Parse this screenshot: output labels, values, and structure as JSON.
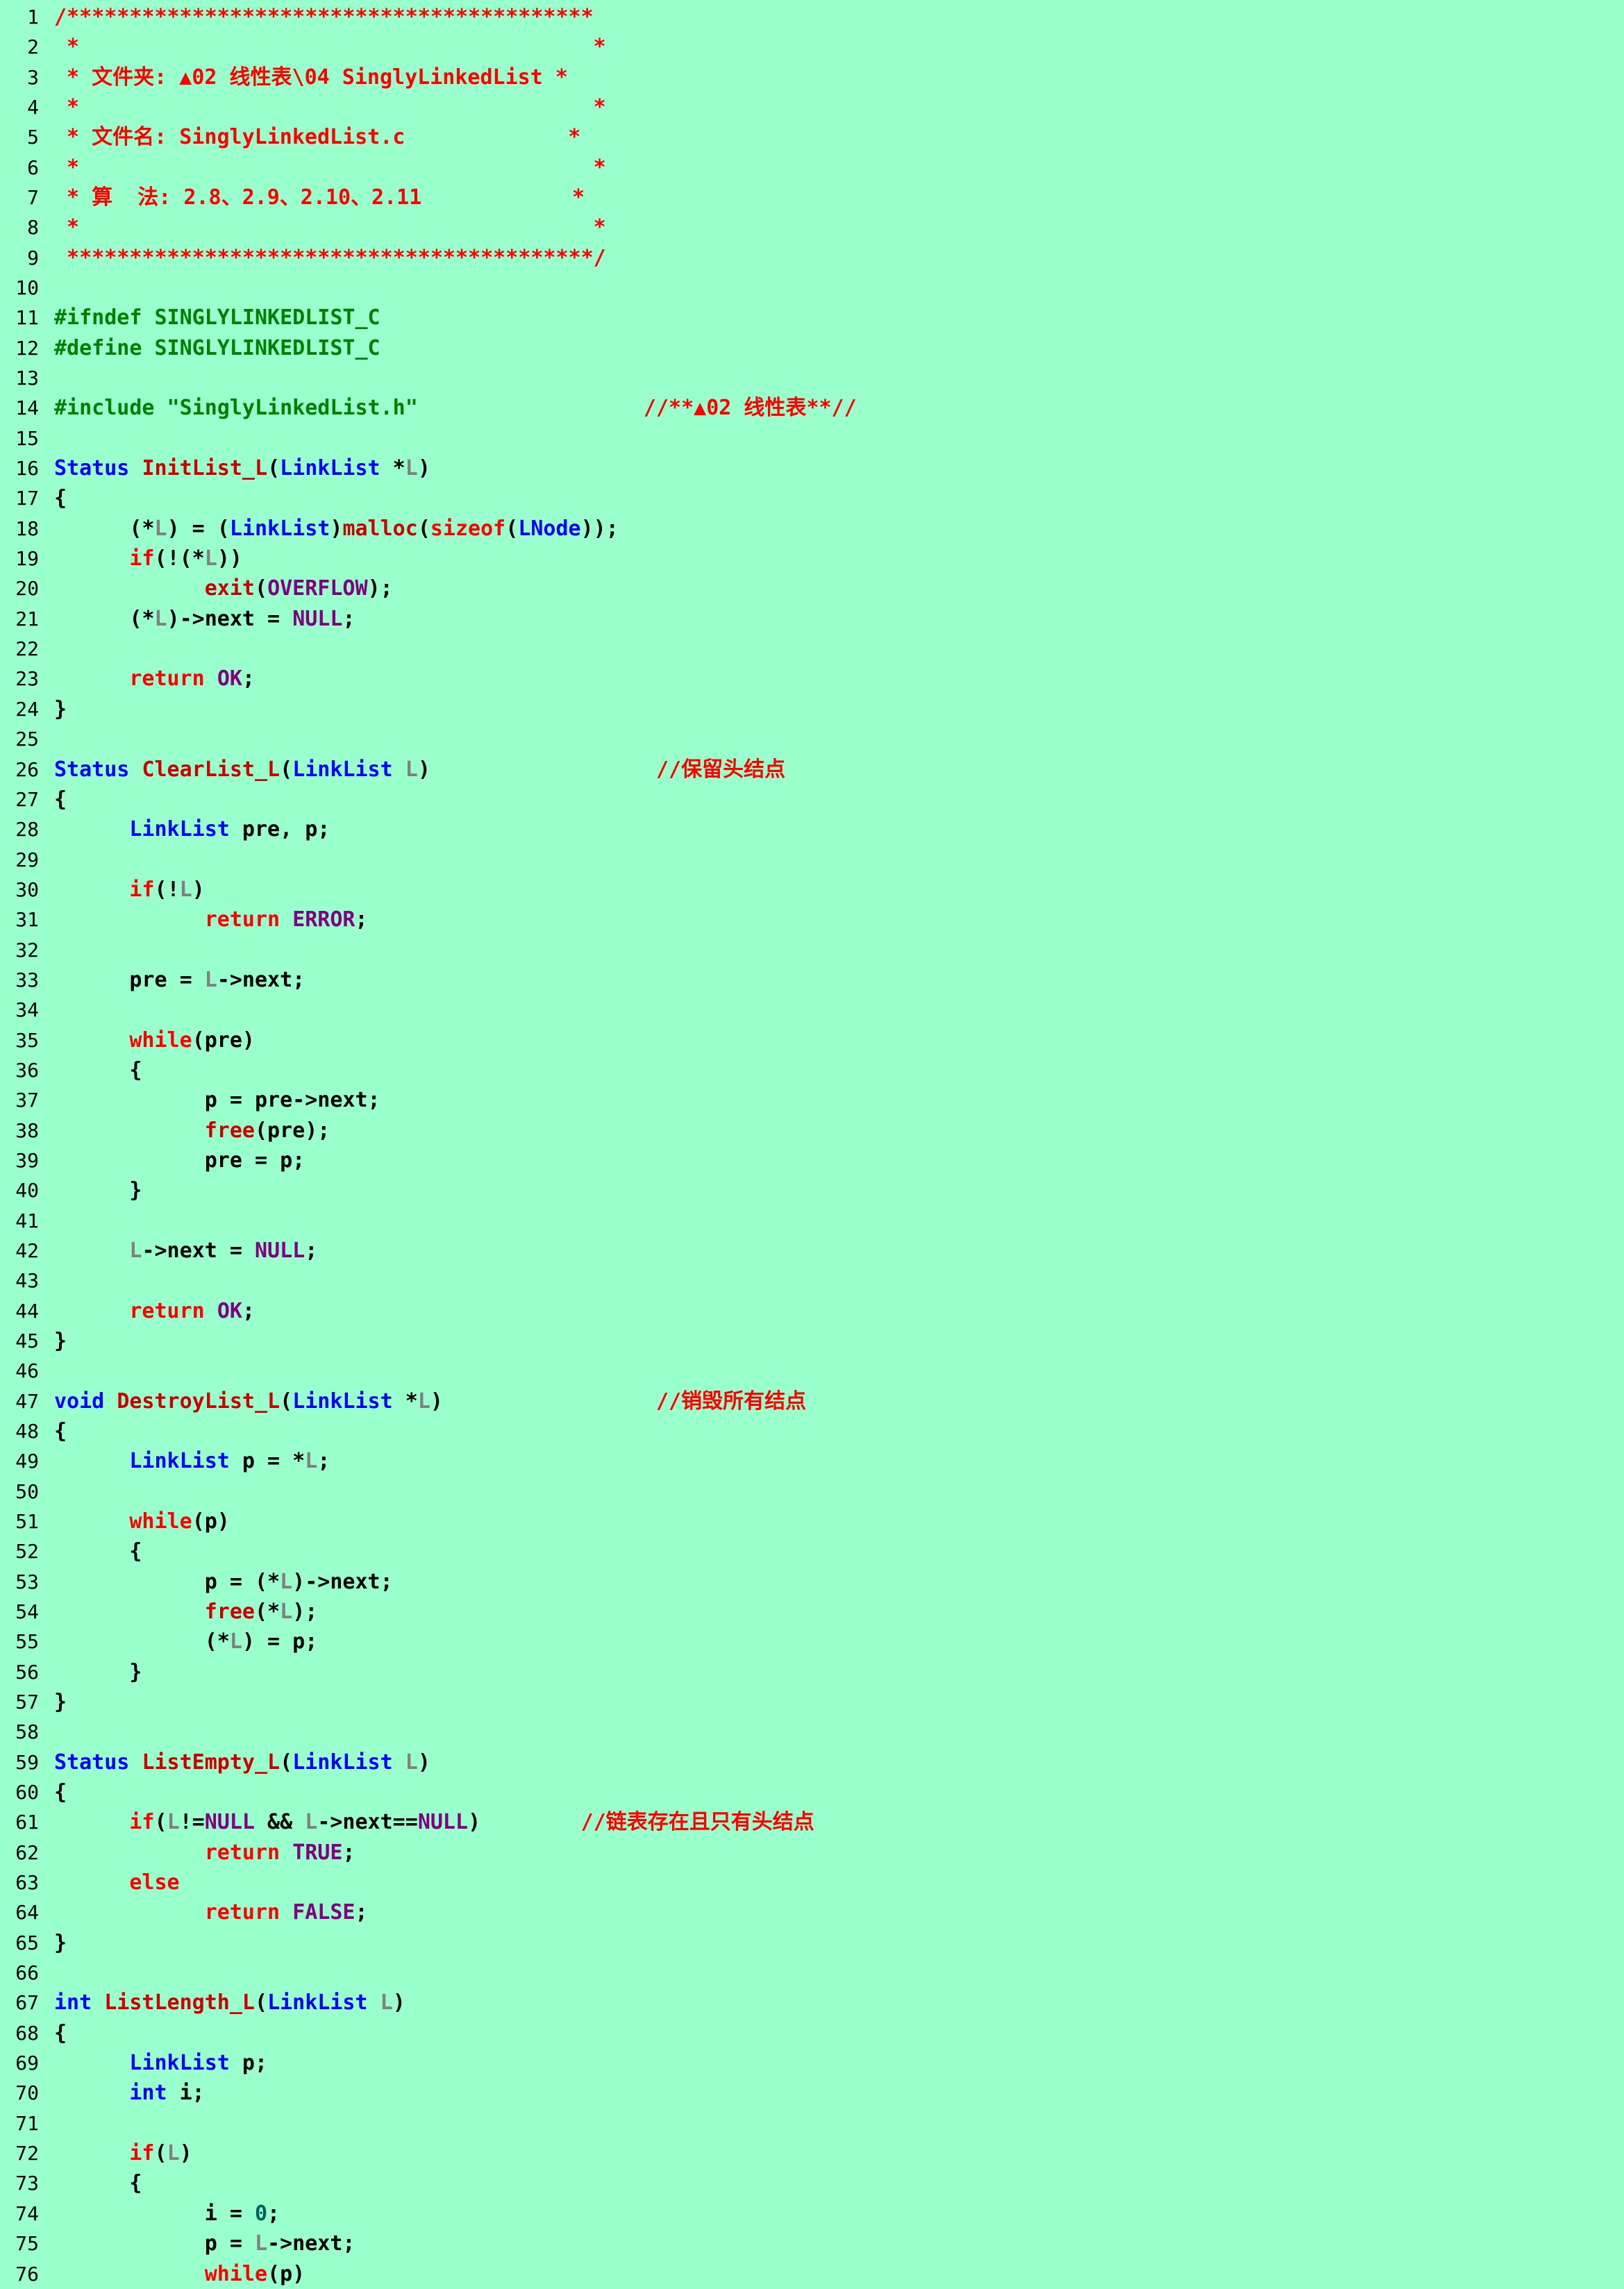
{
  "editor": {
    "background": "#99ffcc",
    "colors": {
      "c": "#ff0000",
      "p": "#008000",
      "t": "#0000ff",
      "k": "#ff0000",
      "f": "#cc0000",
      "m": "#800080",
      "v": "#808080",
      "n": "#006060",
      "d": "#000000"
    },
    "lines": [
      {
        "n": "1",
        "t": [
          [
            "c",
            "/******************************************"
          ]
        ]
      },
      {
        "n": "2",
        "t": [
          [
            "c",
            " *                                         *"
          ]
        ]
      },
      {
        "n": "3",
        "t": [
          [
            "c",
            " * 文件夹: ▲02 线性表\\04 SinglyLinkedList *"
          ]
        ]
      },
      {
        "n": "4",
        "t": [
          [
            "c",
            " *                                         *"
          ]
        ]
      },
      {
        "n": "5",
        "t": [
          [
            "c",
            " * 文件名: SinglyLinkedList.c             *"
          ]
        ]
      },
      {
        "n": "6",
        "t": [
          [
            "c",
            " *                                         *"
          ]
        ]
      },
      {
        "n": "7",
        "t": [
          [
            "c",
            " * 算  法: 2.8、2.9、2.10、2.11            *"
          ]
        ]
      },
      {
        "n": "8",
        "t": [
          [
            "c",
            " *                                         *"
          ]
        ]
      },
      {
        "n": "9",
        "t": [
          [
            "c",
            " ******************************************/"
          ]
        ]
      },
      {
        "n": "10",
        "t": []
      },
      {
        "n": "11",
        "t": [
          [
            "p",
            "#ifndef SINGLYLINKEDLIST_C"
          ]
        ]
      },
      {
        "n": "12",
        "t": [
          [
            "p",
            "#define SINGLYLINKEDLIST_C"
          ]
        ]
      },
      {
        "n": "13",
        "t": []
      },
      {
        "n": "14",
        "t": [
          [
            "p",
            "#include \"SinglyLinkedList.h\"                  "
          ],
          [
            "c",
            "//**▲02 线性表**//"
          ]
        ]
      },
      {
        "n": "15",
        "t": []
      },
      {
        "n": "16",
        "t": [
          [
            "t",
            "Status"
          ],
          [
            "d",
            " "
          ],
          [
            "f",
            "InitList_L"
          ],
          [
            "d",
            "("
          ],
          [
            "t",
            "LinkList"
          ],
          [
            "d",
            " *"
          ],
          [
            "v",
            "L"
          ],
          [
            "d",
            ")"
          ]
        ]
      },
      {
        "n": "17",
        "t": [
          [
            "d",
            "{"
          ]
        ]
      },
      {
        "n": "18",
        "t": [
          [
            "d",
            "      (*"
          ],
          [
            "v",
            "L"
          ],
          [
            "d",
            ") = ("
          ],
          [
            "t",
            "LinkList"
          ],
          [
            "d",
            ")"
          ],
          [
            "f",
            "malloc"
          ],
          [
            "d",
            "("
          ],
          [
            "k",
            "sizeof"
          ],
          [
            "d",
            "("
          ],
          [
            "t",
            "LNode"
          ],
          [
            "d",
            "));"
          ]
        ]
      },
      {
        "n": "19",
        "t": [
          [
            "d",
            "      "
          ],
          [
            "k",
            "if"
          ],
          [
            "d",
            "(!(*"
          ],
          [
            "v",
            "L"
          ],
          [
            "d",
            "))"
          ]
        ]
      },
      {
        "n": "20",
        "t": [
          [
            "d",
            "            "
          ],
          [
            "f",
            "exit"
          ],
          [
            "d",
            "("
          ],
          [
            "m",
            "OVERFLOW"
          ],
          [
            "d",
            ");"
          ]
        ]
      },
      {
        "n": "21",
        "t": [
          [
            "d",
            "      (*"
          ],
          [
            "v",
            "L"
          ],
          [
            "d",
            ")->next = "
          ],
          [
            "m",
            "NULL"
          ],
          [
            "d",
            ";"
          ]
        ]
      },
      {
        "n": "22",
        "t": []
      },
      {
        "n": "23",
        "t": [
          [
            "d",
            "      "
          ],
          [
            "k",
            "return"
          ],
          [
            "d",
            " "
          ],
          [
            "m",
            "OK"
          ],
          [
            "d",
            ";"
          ]
        ]
      },
      {
        "n": "24",
        "t": [
          [
            "d",
            "}"
          ]
        ]
      },
      {
        "n": "25",
        "t": []
      },
      {
        "n": "26",
        "t": [
          [
            "t",
            "Status"
          ],
          [
            "d",
            " "
          ],
          [
            "f",
            "ClearList_L"
          ],
          [
            "d",
            "("
          ],
          [
            "t",
            "LinkList"
          ],
          [
            "d",
            " "
          ],
          [
            "v",
            "L"
          ],
          [
            "d",
            ")                  "
          ],
          [
            "c",
            "//保留头结点"
          ]
        ]
      },
      {
        "n": "27",
        "t": [
          [
            "d",
            "{"
          ]
        ]
      },
      {
        "n": "28",
        "t": [
          [
            "d",
            "      "
          ],
          [
            "t",
            "LinkList"
          ],
          [
            "d",
            " pre, p;"
          ]
        ]
      },
      {
        "n": "29",
        "t": []
      },
      {
        "n": "30",
        "t": [
          [
            "d",
            "      "
          ],
          [
            "k",
            "if"
          ],
          [
            "d",
            "(!"
          ],
          [
            "v",
            "L"
          ],
          [
            "d",
            ")"
          ]
        ]
      },
      {
        "n": "31",
        "t": [
          [
            "d",
            "            "
          ],
          [
            "k",
            "return"
          ],
          [
            "d",
            " "
          ],
          [
            "m",
            "ERROR"
          ],
          [
            "d",
            ";"
          ]
        ]
      },
      {
        "n": "32",
        "t": []
      },
      {
        "n": "33",
        "t": [
          [
            "d",
            "      pre = "
          ],
          [
            "v",
            "L"
          ],
          [
            "d",
            "->next;"
          ]
        ]
      },
      {
        "n": "34",
        "t": []
      },
      {
        "n": "35",
        "t": [
          [
            "d",
            "      "
          ],
          [
            "k",
            "while"
          ],
          [
            "d",
            "(pre)"
          ]
        ]
      },
      {
        "n": "36",
        "t": [
          [
            "d",
            "      {"
          ]
        ]
      },
      {
        "n": "37",
        "t": [
          [
            "d",
            "            p = pre->next;"
          ]
        ]
      },
      {
        "n": "38",
        "t": [
          [
            "d",
            "            "
          ],
          [
            "f",
            "free"
          ],
          [
            "d",
            "(pre);"
          ]
        ]
      },
      {
        "n": "39",
        "t": [
          [
            "d",
            "            pre = p;"
          ]
        ]
      },
      {
        "n": "40",
        "t": [
          [
            "d",
            "      }"
          ]
        ]
      },
      {
        "n": "41",
        "t": []
      },
      {
        "n": "42",
        "t": [
          [
            "d",
            "      "
          ],
          [
            "v",
            "L"
          ],
          [
            "d",
            "->next = "
          ],
          [
            "m",
            "NULL"
          ],
          [
            "d",
            ";"
          ]
        ]
      },
      {
        "n": "43",
        "t": []
      },
      {
        "n": "44",
        "t": [
          [
            "d",
            "      "
          ],
          [
            "k",
            "return"
          ],
          [
            "d",
            " "
          ],
          [
            "m",
            "OK"
          ],
          [
            "d",
            ";"
          ]
        ]
      },
      {
        "n": "45",
        "t": [
          [
            "d",
            "}"
          ]
        ]
      },
      {
        "n": "46",
        "t": []
      },
      {
        "n": "47",
        "t": [
          [
            "t",
            "void"
          ],
          [
            "d",
            " "
          ],
          [
            "f",
            "DestroyList_L"
          ],
          [
            "d",
            "("
          ],
          [
            "t",
            "LinkList"
          ],
          [
            "d",
            " *"
          ],
          [
            "v",
            "L"
          ],
          [
            "d",
            ")                 "
          ],
          [
            "c",
            "//销毁所有结点"
          ]
        ]
      },
      {
        "n": "48",
        "t": [
          [
            "d",
            "{"
          ]
        ]
      },
      {
        "n": "49",
        "t": [
          [
            "d",
            "      "
          ],
          [
            "t",
            "LinkList"
          ],
          [
            "d",
            " p = *"
          ],
          [
            "v",
            "L"
          ],
          [
            "d",
            ";"
          ]
        ]
      },
      {
        "n": "50",
        "t": []
      },
      {
        "n": "51",
        "t": [
          [
            "d",
            "      "
          ],
          [
            "k",
            "while"
          ],
          [
            "d",
            "(p)"
          ]
        ]
      },
      {
        "n": "52",
        "t": [
          [
            "d",
            "      {"
          ]
        ]
      },
      {
        "n": "53",
        "t": [
          [
            "d",
            "            p = (*"
          ],
          [
            "v",
            "L"
          ],
          [
            "d",
            ")->next;"
          ]
        ]
      },
      {
        "n": "54",
        "t": [
          [
            "d",
            "            "
          ],
          [
            "f",
            "free"
          ],
          [
            "d",
            "(*"
          ],
          [
            "v",
            "L"
          ],
          [
            "d",
            ");"
          ]
        ]
      },
      {
        "n": "55",
        "t": [
          [
            "d",
            "            (*"
          ],
          [
            "v",
            "L"
          ],
          [
            "d",
            ") = p;"
          ]
        ]
      },
      {
        "n": "56",
        "t": [
          [
            "d",
            "      }"
          ]
        ]
      },
      {
        "n": "57",
        "t": [
          [
            "d",
            "}"
          ]
        ]
      },
      {
        "n": "58",
        "t": []
      },
      {
        "n": "59",
        "t": [
          [
            "t",
            "Status"
          ],
          [
            "d",
            " "
          ],
          [
            "f",
            "ListEmpty_L"
          ],
          [
            "d",
            "("
          ],
          [
            "t",
            "LinkList"
          ],
          [
            "d",
            " "
          ],
          [
            "v",
            "L"
          ],
          [
            "d",
            ")"
          ]
        ]
      },
      {
        "n": "60",
        "t": [
          [
            "d",
            "{"
          ]
        ]
      },
      {
        "n": "61",
        "t": [
          [
            "d",
            "      "
          ],
          [
            "k",
            "if"
          ],
          [
            "d",
            "("
          ],
          [
            "v",
            "L"
          ],
          [
            "d",
            "!="
          ],
          [
            "m",
            "NULL"
          ],
          [
            "d",
            " && "
          ],
          [
            "v",
            "L"
          ],
          [
            "d",
            "->next=="
          ],
          [
            "m",
            "NULL"
          ],
          [
            "d",
            ")        "
          ],
          [
            "c",
            "//链表存在且只有头结点"
          ]
        ]
      },
      {
        "n": "62",
        "t": [
          [
            "d",
            "            "
          ],
          [
            "k",
            "return"
          ],
          [
            "d",
            " "
          ],
          [
            "m",
            "TRUE"
          ],
          [
            "d",
            ";"
          ]
        ]
      },
      {
        "n": "63",
        "t": [
          [
            "d",
            "      "
          ],
          [
            "k",
            "else"
          ]
        ]
      },
      {
        "n": "64",
        "t": [
          [
            "d",
            "            "
          ],
          [
            "k",
            "return"
          ],
          [
            "d",
            " "
          ],
          [
            "m",
            "FALSE"
          ],
          [
            "d",
            ";"
          ]
        ]
      },
      {
        "n": "65",
        "t": [
          [
            "d",
            "}"
          ]
        ]
      },
      {
        "n": "66",
        "t": []
      },
      {
        "n": "67",
        "t": [
          [
            "t",
            "int"
          ],
          [
            "d",
            " "
          ],
          [
            "f",
            "ListLength_L"
          ],
          [
            "d",
            "("
          ],
          [
            "t",
            "LinkList"
          ],
          [
            "d",
            " "
          ],
          [
            "v",
            "L"
          ],
          [
            "d",
            ")"
          ]
        ]
      },
      {
        "n": "68",
        "t": [
          [
            "d",
            "{"
          ]
        ]
      },
      {
        "n": "69",
        "t": [
          [
            "d",
            "      "
          ],
          [
            "t",
            "LinkList"
          ],
          [
            "d",
            " p;"
          ]
        ]
      },
      {
        "n": "70",
        "t": [
          [
            "d",
            "      "
          ],
          [
            "t",
            "int"
          ],
          [
            "d",
            " i;"
          ]
        ]
      },
      {
        "n": "71",
        "t": []
      },
      {
        "n": "72",
        "t": [
          [
            "d",
            "      "
          ],
          [
            "k",
            "if"
          ],
          [
            "d",
            "("
          ],
          [
            "v",
            "L"
          ],
          [
            "d",
            ")"
          ]
        ]
      },
      {
        "n": "73",
        "t": [
          [
            "d",
            "      {"
          ]
        ]
      },
      {
        "n": "74",
        "t": [
          [
            "d",
            "            i = "
          ],
          [
            "n",
            "0"
          ],
          [
            "d",
            ";"
          ]
        ]
      },
      {
        "n": "75",
        "t": [
          [
            "d",
            "            p = "
          ],
          [
            "v",
            "L"
          ],
          [
            "d",
            "->next;"
          ]
        ]
      },
      {
        "n": "76",
        "t": [
          [
            "d",
            "            "
          ],
          [
            "k",
            "while"
          ],
          [
            "d",
            "(p)"
          ]
        ]
      }
    ]
  }
}
